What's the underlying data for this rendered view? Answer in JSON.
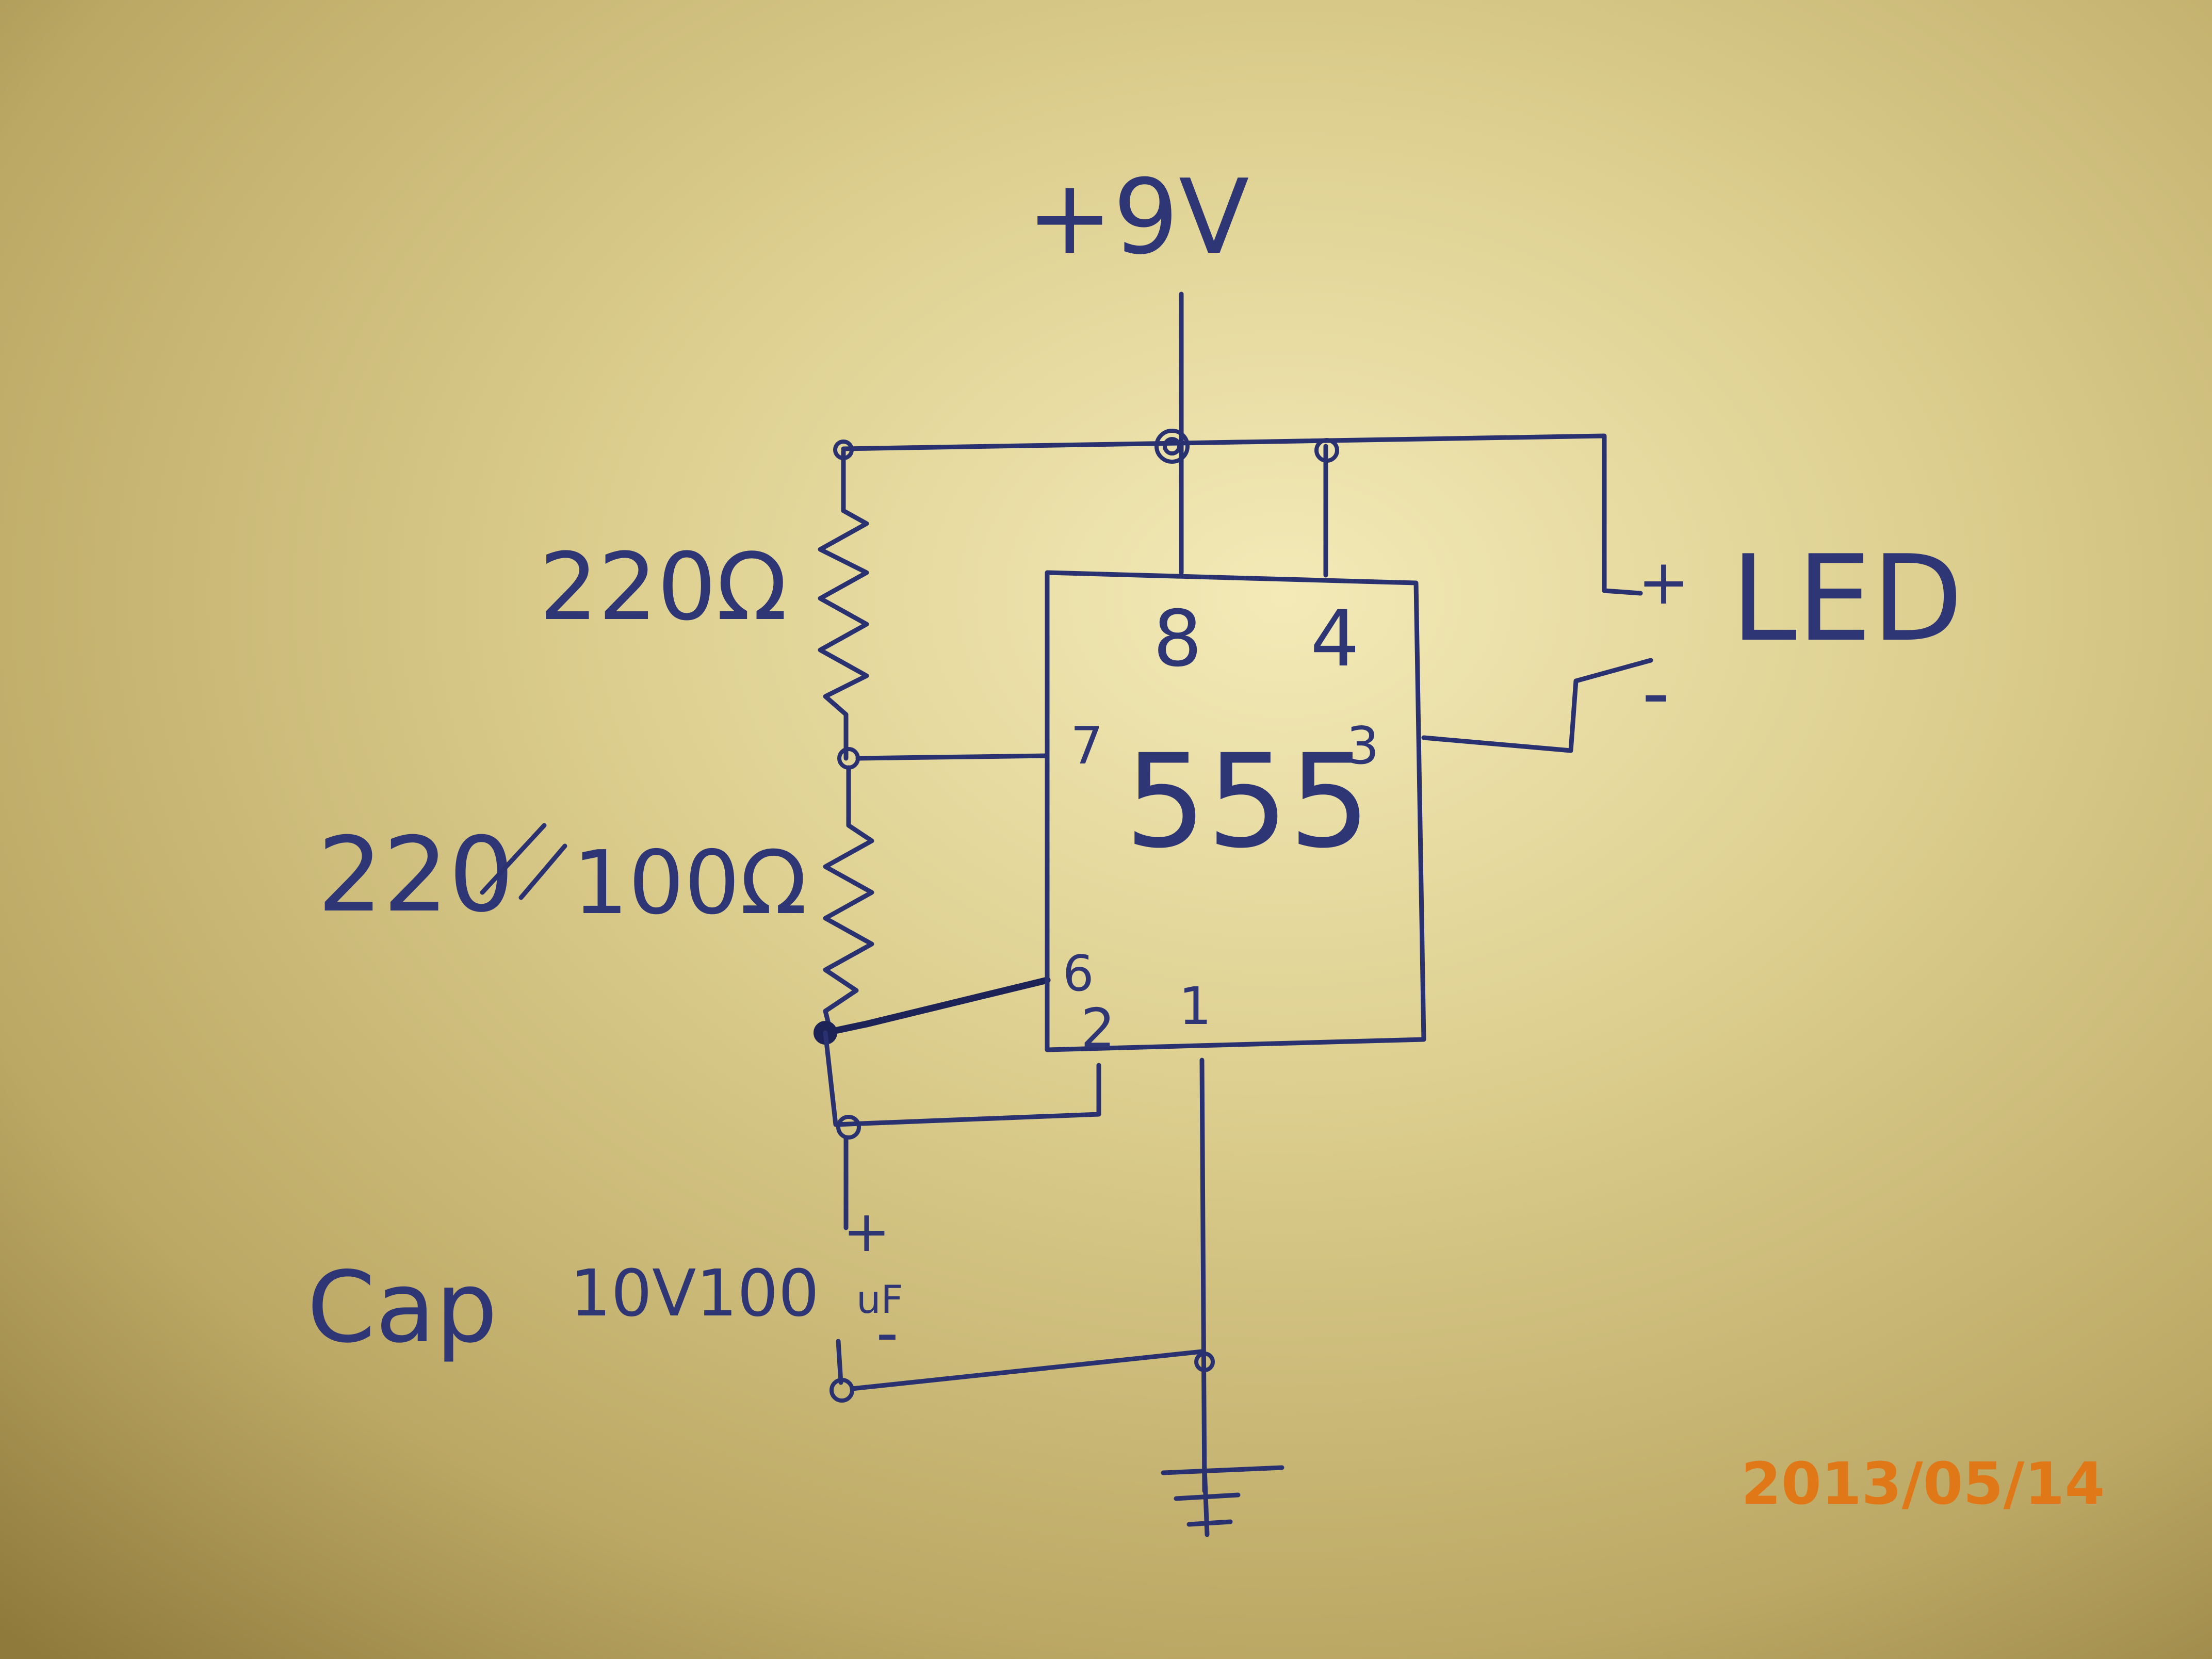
{
  "schematic": {
    "supply_label": "+9V",
    "chip_label": "555",
    "pins": {
      "p8": "8",
      "p4": "4",
      "p7": "7",
      "p3": "3",
      "p6": "6",
      "p2": "2",
      "p1": "1"
    },
    "resistor_top_label": "220Ω",
    "resistor_bottom_struck": "220",
    "resistor_bottom_label": "100Ω",
    "capacitor_label_prefix": "Cap",
    "capacitor_label_value": "10V100",
    "capacitor_unit": "uF",
    "cap_plus": "+",
    "cap_minus": "-",
    "led_label": "LED",
    "led_plus": "+",
    "led_minus": "-"
  },
  "photo": {
    "date_stamp": "2013/05/14"
  },
  "colors": {
    "ink": "#2a3170",
    "paper": "#d8c98a",
    "date_stamp": "#e07818"
  }
}
